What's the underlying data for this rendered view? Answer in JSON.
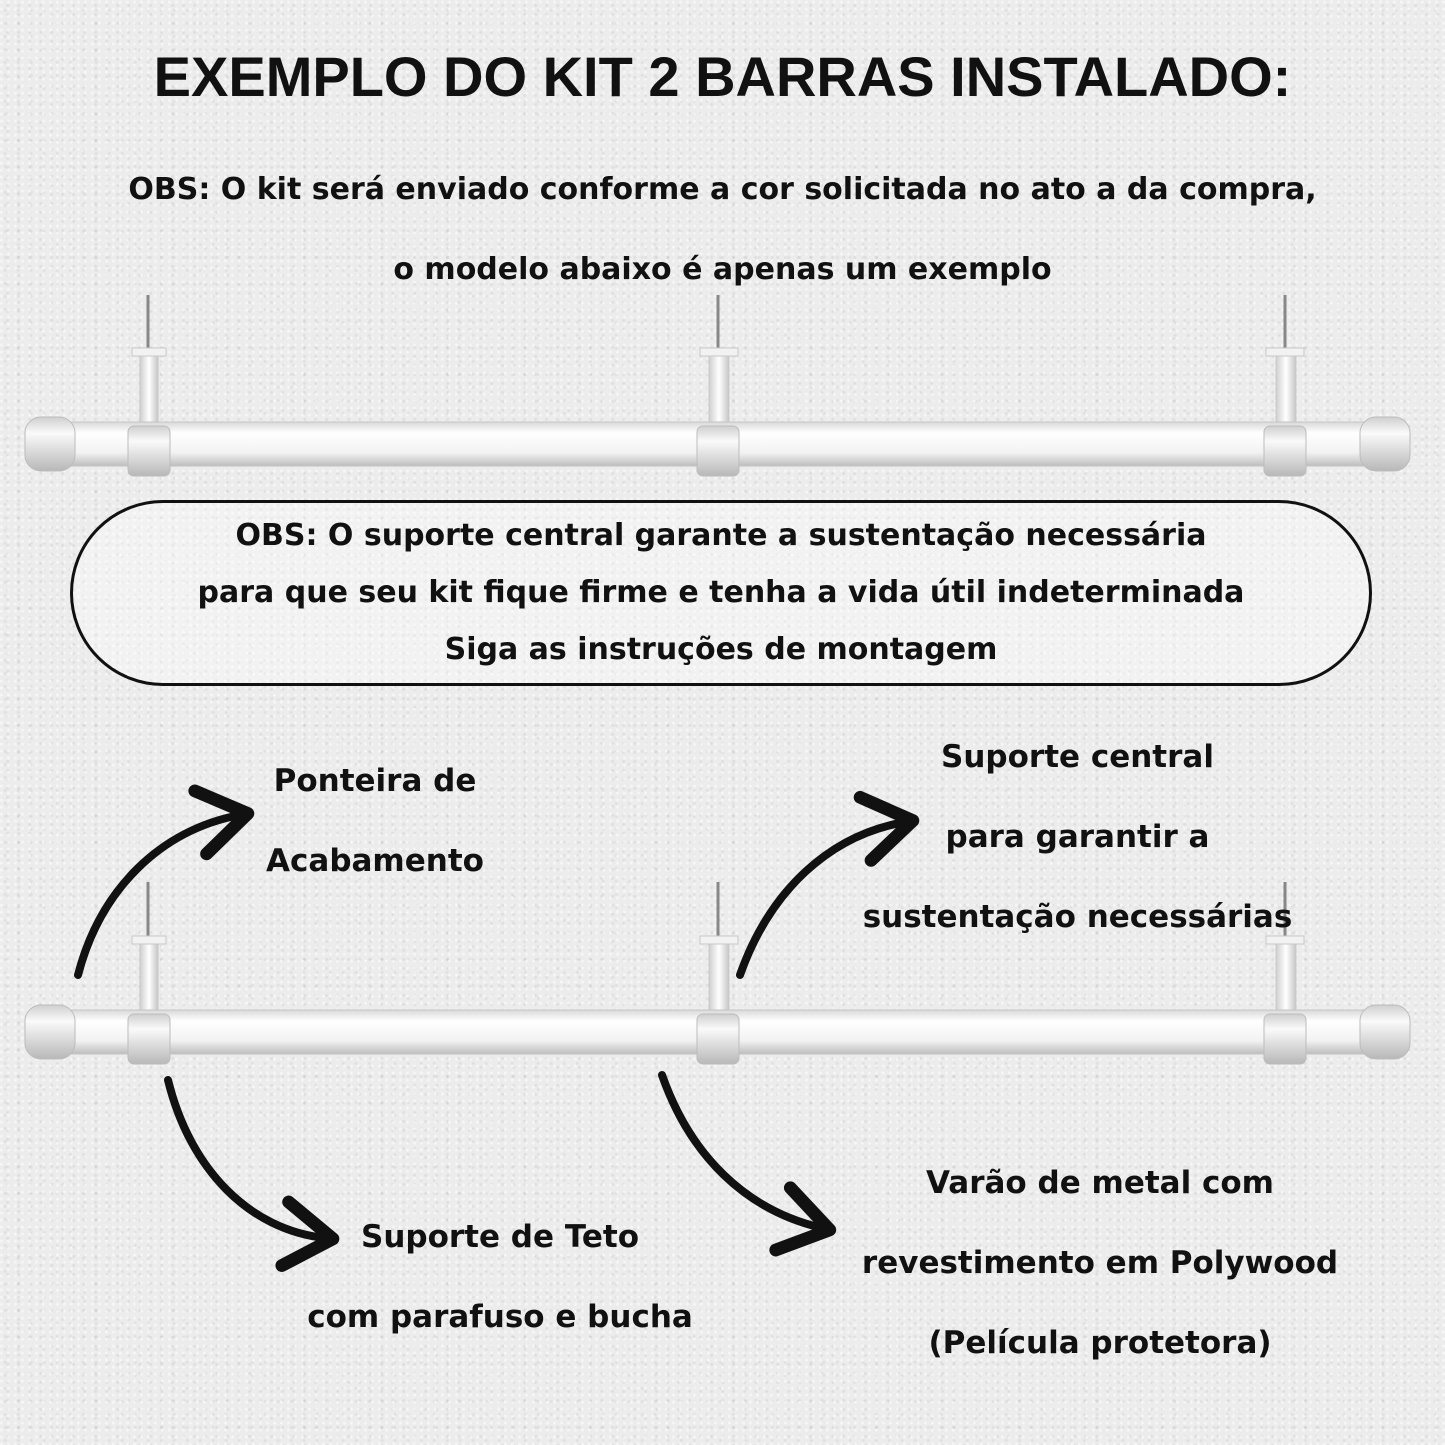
{
  "title": "EXEMPLO DO KIT 2 BARRAS INSTALADO:",
  "notice": {
    "line1": "OBS: O kit será enviado conforme a cor solicitada no ato a da compra,",
    "line2": "o modelo abaixo é apenas um exemplo"
  },
  "support_notice": {
    "line1": "OBS: O suporte central garante a sustentação necessária",
    "line2": "para que seu kit fique firme e tenha a vida útil indeterminada",
    "line3": "Siga as instruções de montagem"
  },
  "labels": {
    "ponteira": [
      "Ponteira de",
      "Acabamento"
    ],
    "suporte_central": [
      "Suporte central",
      "para garantir a",
      "sustentação necessárias"
    ],
    "suporte_teto": [
      "Suporte de Teto",
      "com parafuso e bucha"
    ],
    "varao": [
      "Varão de metal com",
      "revestimento em Polywood",
      "(Película protetora)"
    ]
  },
  "colors": {
    "text": "#111111",
    "rod": "#f4f4f4",
    "wall": "#ececec"
  }
}
